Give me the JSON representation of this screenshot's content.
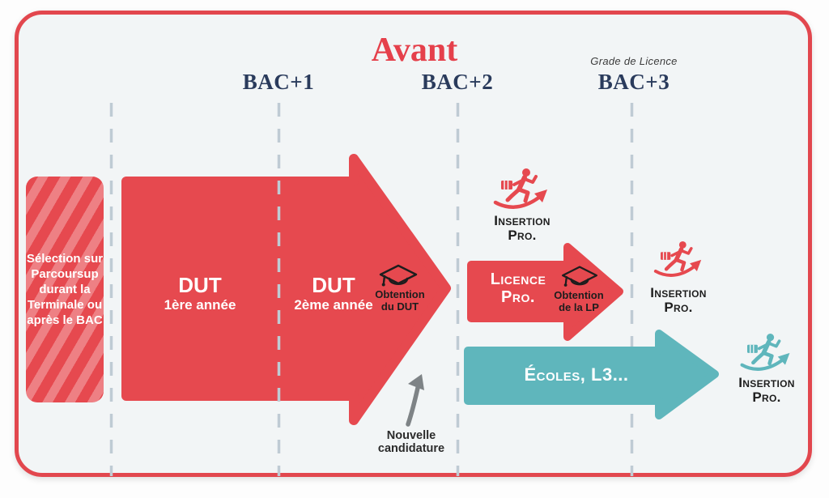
{
  "title": "Avant",
  "columns": {
    "bac1": "BAC+1",
    "bac2": "BAC+2",
    "bac3": "BAC+3",
    "bac3_note": "Grade de Licence"
  },
  "selection": {
    "text": "Sélection sur\nParcoursup\ndurant la\nTerminale ou\naprès le BAC"
  },
  "dut": {
    "year1_title": "DUT",
    "year1_subtitle": "1ère année",
    "year2_title": "DUT",
    "year2_subtitle": "2ème année",
    "obtention": "Obtention\ndu DUT"
  },
  "licence": {
    "title": "Licence\nPro.",
    "obtention": "Obtention\nde la LP"
  },
  "ecoles": {
    "label": "Écoles, L3..."
  },
  "insertion": {
    "label": "Insertion\nPro."
  },
  "nouvelle": {
    "label": "Nouvelle\ncandidature"
  },
  "colors": {
    "red": "#E6494F",
    "teal": "#5FB6BC",
    "navy": "#2A3B5C",
    "title_red": "#E5404B",
    "dash": "#BFCBD4",
    "card_bg": "#F2F5F6",
    "ink": "#1D1D1D",
    "gray_arrow": "#7E8386",
    "border_red": "#E2474E"
  }
}
